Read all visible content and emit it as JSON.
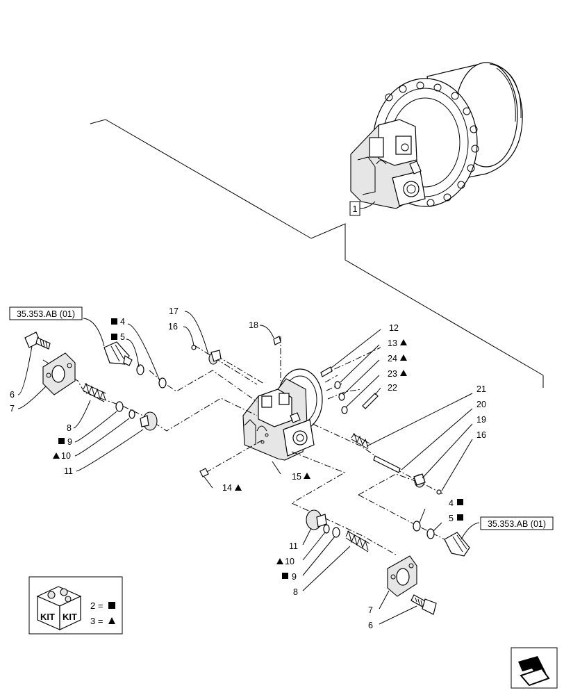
{
  "callouts": {
    "c1": "1",
    "c12": "12",
    "c13": "13",
    "c24": "24",
    "c23": "23",
    "c22": "22",
    "c21": "21",
    "c20": "20",
    "c19": "19",
    "c16r": "16",
    "c17": "17",
    "c16l": "16",
    "c18": "18",
    "c4l": "4",
    "c5l": "5",
    "c6l": "6",
    "c7l": "7",
    "c8l": "8",
    "c9l": "9",
    "c10l": "10",
    "c11l": "11",
    "c14": "14",
    "c15": "15",
    "c4r": "4",
    "c5r": "5",
    "c11r": "11",
    "c10r": "10",
    "c9r": "9",
    "c8r": "8",
    "c7r": "7",
    "c6r": "6"
  },
  "references": {
    "ref_left": "35.353.AB (01)",
    "ref_right": "35.353.AB (01)"
  },
  "legend": {
    "kit_word": "KIT",
    "kit_number_square": "2 =",
    "kit_number_triangle": "3 ="
  },
  "symbols": {
    "square_meaning": "kit 2",
    "triangle_meaning": "kit 3"
  },
  "icons": [
    "square-symbol-icon",
    "triangle-symbol-icon",
    "kit-box-icon",
    "navigation-arrow-icon"
  ]
}
